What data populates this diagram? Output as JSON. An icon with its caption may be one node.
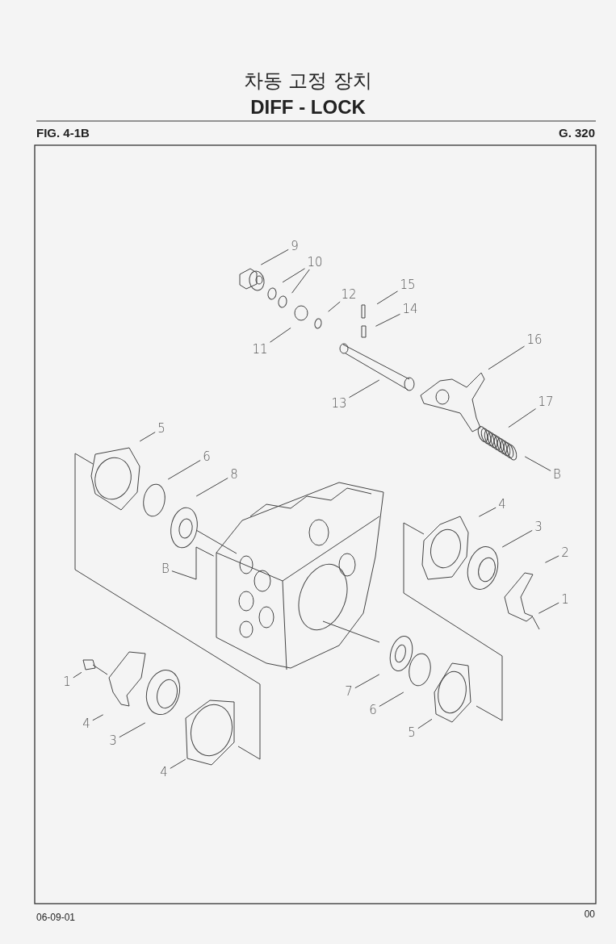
{
  "diagram": {
    "title": "차동 고정 장치",
    "nodes": [
      {
        "text": [
          "9"
        ]
      },
      {
        "text": [
          "10"
        ]
      },
      {
        "text": [
          "12"
        ]
      },
      {
        "text": [
          "15"
        ]
      },
      {
        "text": [
          "14"
        ]
      },
      {
        "text": [
          "11"
        ]
      },
      {
        "text": [
          "16"
        ]
      },
      {
        "text": [
          "13"
        ]
      },
      {
        "text": [
          "17"
        ]
      },
      {
        "text": [
          "B"
        ]
      },
      {
        "text": [
          "5"
        ]
      },
      {
        "text": [
          "6"
        ]
      },
      {
        "text": [
          "8"
        ]
      },
      {
        "text": [
          "B"
        ]
      },
      {
        "text": [
          "4"
        ]
      },
      {
        "text": [
          "3"
        ]
      },
      {
        "text": [
          "2"
        ]
      },
      {
        "text": [
          "1"
        ]
      },
      {
        "text": [
          "7"
        ]
      },
      {
        "text": [
          "6"
        ]
      },
      {
        "text": [
          "5"
        ]
      },
      {
        "text": [
          "1"
        ]
      },
      {
        "text": [
          "4"
        ]
      },
      {
        "text": [
          "3"
        ]
      },
      {
        "text": [
          "4"
        ]
      }
    ],
    "edges": [
      {
        "from": 0,
        "to": null,
        "arrow": "none"
      },
      {
        "from": 1,
        "to": null,
        "arrow": "none"
      },
      {
        "from": 1,
        "to": null,
        "arrow": "none"
      },
      {
        "from": 2,
        "to": null,
        "arrow": "none"
      },
      {
        "from": 3,
        "to": null,
        "arrow": "none"
      },
      {
        "from": 4,
        "to": null,
        "arrow": "none"
      },
      {
        "from": 5,
        "to": null,
        "arrow": "none"
      },
      {
        "from": 6,
        "to": null,
        "arrow": "none"
      },
      {
        "from": 7,
        "to": null,
        "arrow": "none"
      },
      {
        "from": 8,
        "to": null,
        "arrow": "none"
      },
      {
        "from": 9,
        "to": null,
        "arrow": "none"
      },
      {
        "from": 10,
        "to": null,
        "arrow": "none"
      },
      {
        "from": 11,
        "to": null,
        "arrow": "none"
      },
      {
        "from": 12,
        "to": null,
        "arrow": "none"
      },
      {
        "from": 13,
        "to": null,
        "arrow": "none"
      },
      {
        "from": 14,
        "to": null,
        "arrow": "none"
      },
      {
        "from": 15,
        "to": null,
        "arrow": "none"
      },
      {
        "from": 16,
        "to": null,
        "arrow": "none"
      },
      {
        "from": 17,
        "to": null,
        "arrow": "none"
      },
      {
        "from": 18,
        "to": null,
        "arrow": "none"
      },
      {
        "from": 19,
        "to": null,
        "arrow": "none"
      },
      {
        "from": 20,
        "to": null,
        "arrow": "none"
      },
      {
        "from": 21,
        "to": null,
        "arrow": "none"
      },
      {
        "from": 22,
        "to": null,
        "arrow": "none"
      },
      {
        "from": 23,
        "to": null,
        "arrow": "none"
      },
      {
        "from": 24,
        "to": null,
        "arrow": "none"
      }
    ],
    "labels": [
      "DIFF - LOCK",
      "FIG. 4-1B",
      "G. 320",
      "06-09-01",
      "00"
    ]
  }
}
